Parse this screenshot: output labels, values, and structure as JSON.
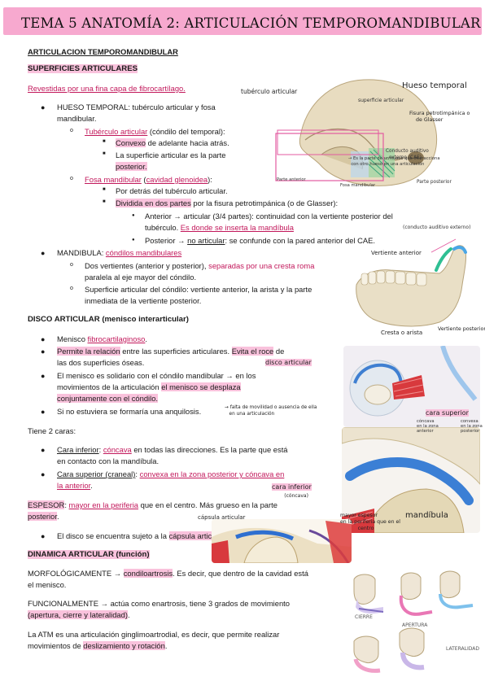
{
  "title": "TEMA 5 ANATOMÍA 2: ARTICULACIÓN TEMPOROMANDIBULAR",
  "header": "ARTICULACION TEMPOROMANDIBULAR",
  "sup": {
    "heading": "SUPERFICIES ARTICULARES",
    "intro": "Revestidas por una fina capa de fibrocartílago.",
    "hueso_1": "HUESO TEMPORAL: tubérculo articular y fosa",
    "hueso_2": "mandibular.",
    "tub_a": "Tubérculo articular",
    "tub_b": " (cóndilo del temporal):",
    "convexo_a": "Convexo",
    "convexo_b": " de adelante hacia atrás.",
    "sup_a": "La superficie articular es la parte",
    "sup_b": "posterior.",
    "fosa_a": "Fosa mandibular",
    "fosa_b": " (",
    "fosa_c": "cavidad glenoidea",
    "fosa_d": "):",
    "detras": "Por detrás del tubérculo articular.",
    "div_a": "Dividida en dos partes",
    "div_b": " por la fisura petrotimpánica (o de Glasser):",
    "ant_1": "Anterior → articular (3/4 partes): continuidad con la vertiente posterior del",
    "ant_2a": "tubérculo. ",
    "ant_2b": "Es donde se inserta la mandíbula",
    "post_a": "Posterior → ",
    "post_b": "no articular",
    "post_c": ": se confunde con la pared anterior del CAE.",
    "mand_a": "MANDIBULA: ",
    "mand_b": "cóndilos mandibulares",
    "vert_1a": "Dos vertientes (anterior y posterior), ",
    "vert_1b": "separadas por una cresta roma",
    "vert_2": "paralela al eje mayor del cóndilo.",
    "supc_1": "Superficie articular del cóndilo: vertiente anterior, la arista y la parte",
    "supc_2": "inmediata de la vertiente posterior."
  },
  "disco": {
    "heading": "DISCO ARTICULAR (menisco interarticular)",
    "m1a": "Menisco ",
    "m1b": "fibrocartilaginoso",
    "m1c": ".",
    "p1a": "Permite la relación",
    "p1b": " entre las superficies articulares. ",
    "p1c": "Evita el roce",
    "p1d": " de",
    "p2": "las dos superficies óseas.",
    "s1": "El menisco es solidario con el cóndilo mandibular → en los",
    "s2a": "movimientos de la articulación ",
    "s2b": "el menisco se desplaza",
    "s3": "conjuntamente con el cóndilo.",
    "anq": "Si no estuviera se formaría una anquilosis.",
    "anq_note_1": "falta de movilidad o ausencia de ella",
    "anq_note_2": "en una articulación",
    "caras": "Tiene 2 caras:",
    "ci_a": "Cara inferior",
    "ci_b": ": ",
    "ci_c": "cóncava",
    "ci_d": " en todas las direcciones. Es la parte que está",
    "ci_2": "en contacto con la mandíbula.",
    "cs_a": "Cara superior (craneal)",
    "cs_b": ": ",
    "cs_c": "convexa en la zona posterior y cóncava en",
    "cs_2": "la anterior",
    "cs_2b": ".",
    "esp_a": "ESPESOR",
    "esp_b": ": ",
    "esp_c": "mayor en la periferia",
    "esp_d": " que en el centro. Más grueso en la parte",
    "esp_2": "posterior",
    "esp_2b": ".",
    "caps_a": "El disco se encuentra sujeto a la ",
    "caps_b": "cápsula articular",
    "caps_c": "."
  },
  "din": {
    "heading": "DINAMICA ARTICULAR (función)",
    "morf_a": "MORFOLÓGICAMENTE → ",
    "morf_b": "condiloartrosis",
    "morf_c": ". Es decir, que dentro de la cavidad está",
    "morf_2": "el menisco.",
    "func_1": "FUNCIONALMENTE → actúa como enartrosis, tiene 3 grados de movimiento",
    "func_2a": "(apertura, cierre y lateralidad)",
    "func_2b": ".",
    "atm_1": "La ATM es una articulación ginglimoartrodial, es decir, que permite realizar",
    "atm_2a": "movimientos de ",
    "atm_2b": "deslizamiento y rotación",
    "atm_2c": "."
  },
  "labels": {
    "tuberculo": "tubérculo articular",
    "hueso_temporal": "Hueso temporal",
    "superficie_articular": "superficie articular",
    "fisura_1": "Fisura petrotimpánica o",
    "fisura_2": "de Glasser",
    "parte_anterior": "Parte anterior",
    "fosa_mandibular": "Fosa mandibular",
    "parte_posterior": "Parte posterior",
    "conducto_1": "Conducto auditivo",
    "conducto_2": "externo (CAE)",
    "nota_temp_1": "Es la parte de un hueso que interacciona",
    "nota_temp_2": "con otro hueso en una articulación",
    "conducto_top": "(conducto auditivo externo)",
    "vertiente_anterior": "Vertiente anterior",
    "cresta_arista": "Cresta o arista",
    "vertiente_posterior": "Vertiente posterior",
    "disco_articular": "disco articular",
    "cara_superior": "cara superior",
    "concava_1": "cóncava",
    "concava_2": "en la zona",
    "concava_3": "anterior",
    "convexa_1": "convexa",
    "convexa_2": "en la zona",
    "convexa_3": "posterior",
    "cara_inferior": "cara inferior",
    "concava_paren": "(cóncava)",
    "capsula": "cápsula articular",
    "mayor_esp_1": "mayor espesor",
    "mayor_esp_2": "en la periferia que en el",
    "mayor_esp_3": "centro",
    "mandibula": "mandíbula",
    "cierre": "CIERRE",
    "apertura": "APERTURA",
    "lateralidad": "LATERALIDAD"
  }
}
